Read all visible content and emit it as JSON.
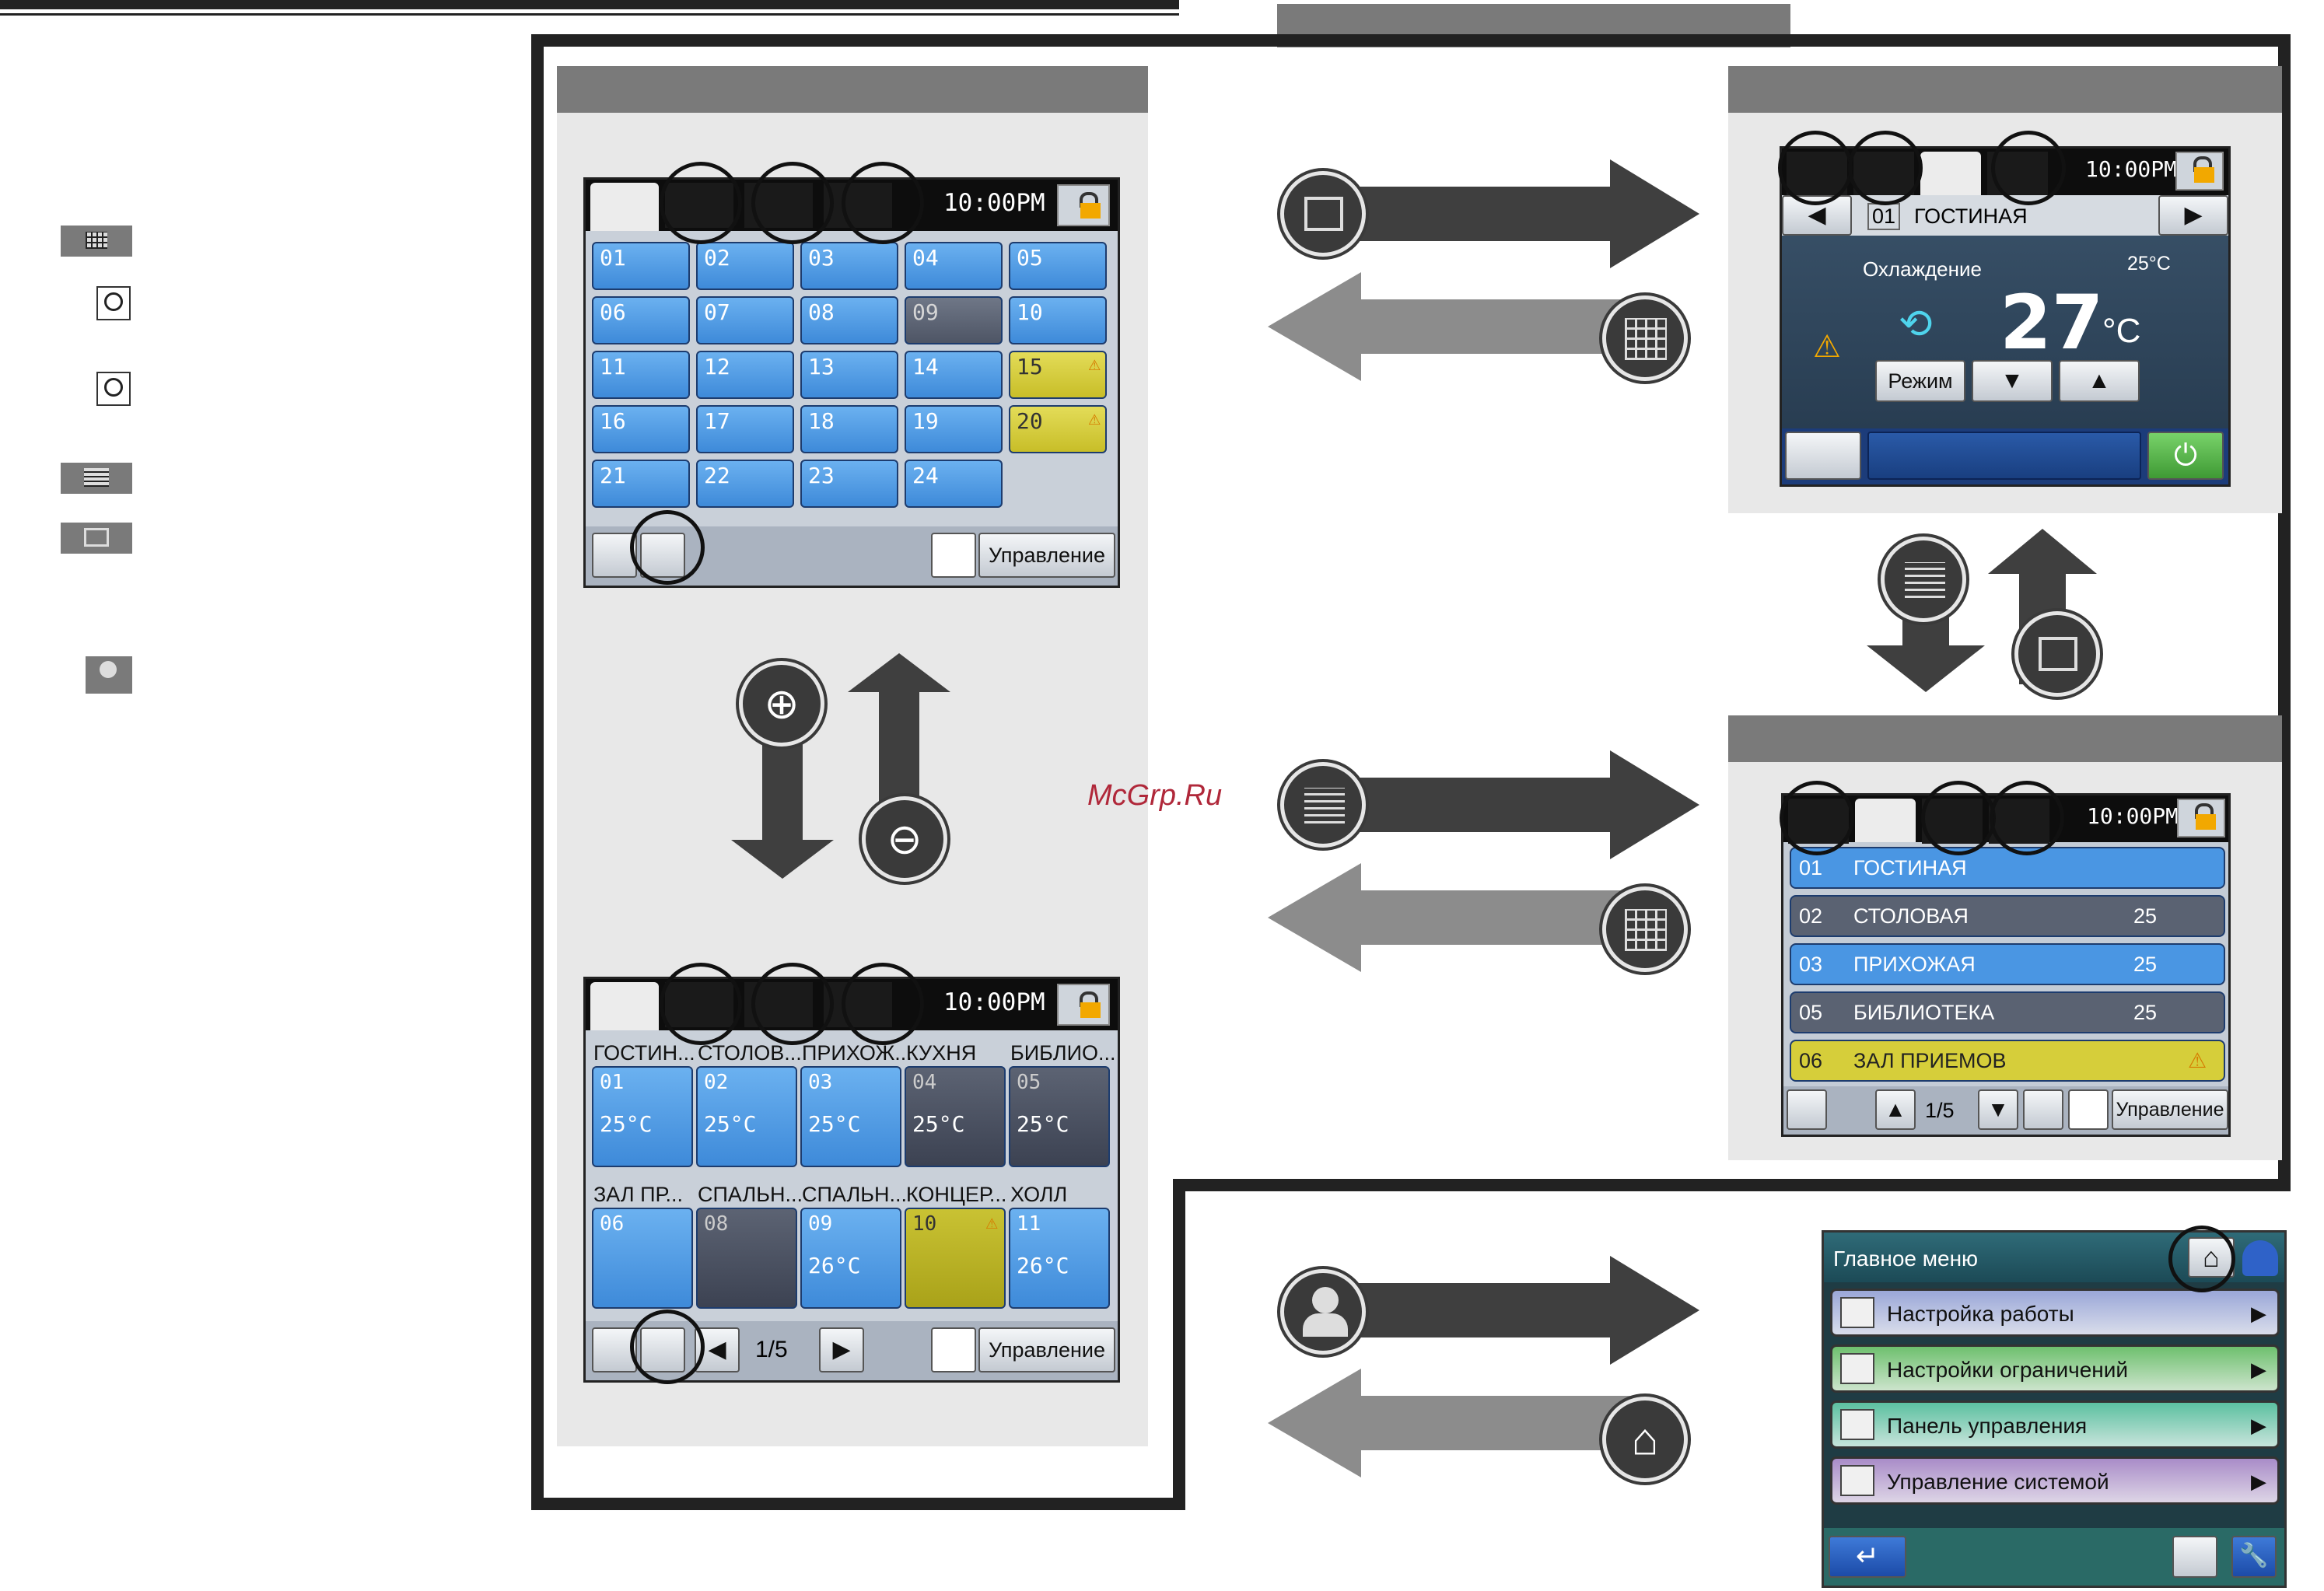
{
  "watermark": "McGrp.Ru",
  "status_time": "10:00PM",
  "buttons": {
    "control": "Управление",
    "mode": "Режим"
  },
  "grid_screen": {
    "cells": [
      {
        "num": "01",
        "state": "on"
      },
      {
        "num": "02",
        "state": "on"
      },
      {
        "num": "03",
        "state": "on"
      },
      {
        "num": "04",
        "state": "on"
      },
      {
        "num": "05",
        "state": "on"
      },
      {
        "num": "06",
        "state": "on"
      },
      {
        "num": "07",
        "state": "on"
      },
      {
        "num": "08",
        "state": "on"
      },
      {
        "num": "09",
        "state": "off"
      },
      {
        "num": "10",
        "state": "on"
      },
      {
        "num": "11",
        "state": "on"
      },
      {
        "num": "12",
        "state": "on"
      },
      {
        "num": "13",
        "state": "on"
      },
      {
        "num": "14",
        "state": "on"
      },
      {
        "num": "15",
        "state": "warn"
      },
      {
        "num": "16",
        "state": "on"
      },
      {
        "num": "17",
        "state": "on"
      },
      {
        "num": "18",
        "state": "on"
      },
      {
        "num": "19",
        "state": "on"
      },
      {
        "num": "20",
        "state": "warn"
      },
      {
        "num": "21",
        "state": "on"
      },
      {
        "num": "22",
        "state": "on"
      },
      {
        "num": "23",
        "state": "on"
      },
      {
        "num": "24",
        "state": "on"
      }
    ]
  },
  "zoom_screen": {
    "page": "1/5",
    "row1": [
      {
        "name": "ГОСТИН...",
        "num": "01",
        "temp": "25°C",
        "state": "on"
      },
      {
        "name": "СТОЛОВ...",
        "num": "02",
        "temp": "25°C",
        "state": "on"
      },
      {
        "name": "ПРИХОЖ...",
        "num": "03",
        "temp": "25°C",
        "state": "on"
      },
      {
        "name": "КУХНЯ",
        "num": "04",
        "temp": "25°C",
        "state": "off"
      },
      {
        "name": "БИБЛИО...",
        "num": "05",
        "temp": "25°C",
        "state": "off"
      }
    ],
    "row2": [
      {
        "name": "ЗАЛ ПР...",
        "num": "06",
        "temp": "",
        "state": "on"
      },
      {
        "name": "СПАЛЬН...",
        "num": "08",
        "temp": "",
        "state": "off"
      },
      {
        "name": "СПАЛЬН...",
        "num": "09",
        "temp": "26°C",
        "state": "on"
      },
      {
        "name": "КОНЦЕР...",
        "num": "10",
        "temp": "",
        "state": "warn"
      },
      {
        "name": "ХОЛЛ",
        "num": "11",
        "temp": "26°C",
        "state": "on"
      }
    ]
  },
  "detail_screen": {
    "room_num": "01",
    "room_name": "ГОСТИНАЯ",
    "mode_label": "Охлаждение",
    "room_temp": "25°C",
    "set_temp": "27",
    "unit": "°C"
  },
  "list_screen": {
    "page": "1/5",
    "rows": [
      {
        "num": "01",
        "name": "ГОСТИНАЯ",
        "temp": "",
        "state": "on"
      },
      {
        "num": "02",
        "name": "СТОЛОВАЯ",
        "temp": "25",
        "state": "off"
      },
      {
        "num": "03",
        "name": "ПРИХОЖАЯ",
        "temp": "25",
        "state": "on"
      },
      {
        "num": "05",
        "name": "БИБЛИОТЕКА",
        "temp": "25",
        "state": "off"
      },
      {
        "num": "06",
        "name": "ЗАЛ ПРИЕМОВ",
        "temp": "",
        "state": "warn"
      }
    ]
  },
  "main_menu": {
    "title": "Главное меню",
    "items": [
      {
        "label": "Настройка работы",
        "color": "#9aa7d8"
      },
      {
        "label": "Настройки ограничений",
        "color": "#6ec06e"
      },
      {
        "label": "Панель управления",
        "color": "#5cc0a0"
      },
      {
        "label": "Управление системой",
        "color": "#a98cc8"
      }
    ]
  },
  "colors": {
    "on": "#4a96e3",
    "off": "#5a6272",
    "warn": "#d6ce3a",
    "arrow_dark": "#3f3f3f",
    "arrow_light": "#8c8c8c"
  }
}
